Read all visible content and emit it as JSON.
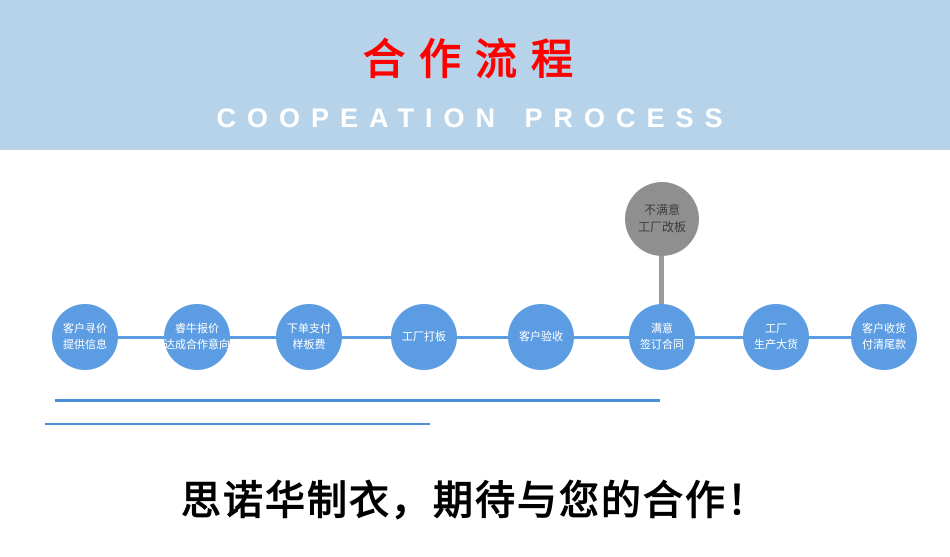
{
  "banner": {
    "title": "合作流程",
    "subtitle": "COOPEATION PROCESS",
    "bg_color": "#b7d3ea",
    "title_color": "#fe0000",
    "subtitle_color": "#ffffff"
  },
  "flow": {
    "circle_color": "#5b9ce2",
    "branch_color": "#8f8f8f",
    "steps": [
      {
        "line1": "客户寻价",
        "line2": "提供信息"
      },
      {
        "line1": "睿牛报价",
        "line2": "达成合作意向"
      },
      {
        "line1": "下单支付",
        "line2": "样板费"
      },
      {
        "line1": "工厂打板",
        "line2": ""
      },
      {
        "line1": "客户验收",
        "line2": ""
      },
      {
        "line1": "满意",
        "line2": "签订合同"
      },
      {
        "line1": "工厂",
        "line2": "生产大货"
      },
      {
        "line1": "客户收货",
        "line2": "付清尾款"
      }
    ],
    "branch": {
      "line1": "不满意",
      "line2": "工厂改板"
    }
  },
  "footer": {
    "slogan": "思诺华制衣，期待与您的合作！"
  }
}
